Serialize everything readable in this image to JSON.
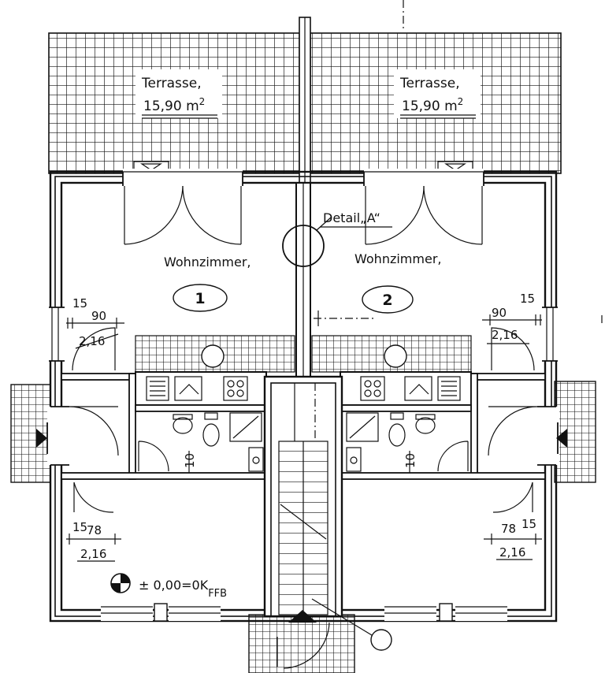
{
  "terrace": {
    "left": {
      "name": "Terrasse,",
      "area": "15,90 m",
      "sup": "2"
    },
    "right": {
      "name": "Terrasse,",
      "area": "15,90 m",
      "sup": "2"
    }
  },
  "detail_label": "Detail„A“",
  "rooms": {
    "left_living": "Wohnzimmer,",
    "right_living": "Wohnzimmer,"
  },
  "units": {
    "left": "1",
    "right": "2"
  },
  "dimensions": {
    "left_door": {
      "wall": "15",
      "width": "90",
      "height": "2,16"
    },
    "right_door": {
      "wall": "15",
      "width": "90",
      "height": "2,16"
    },
    "left_lower_door": {
      "wall": "15",
      "width": "78",
      "height": "2,16"
    },
    "right_lower_door": {
      "wall": "15",
      "width": "78",
      "height": "2,16"
    },
    "left_bath": "10",
    "right_bath": "10"
  },
  "level": {
    "text": "± 0,00=0K",
    "sub": "FFB"
  },
  "colors": {
    "ink": "#111111",
    "paper": "#ffffff"
  }
}
